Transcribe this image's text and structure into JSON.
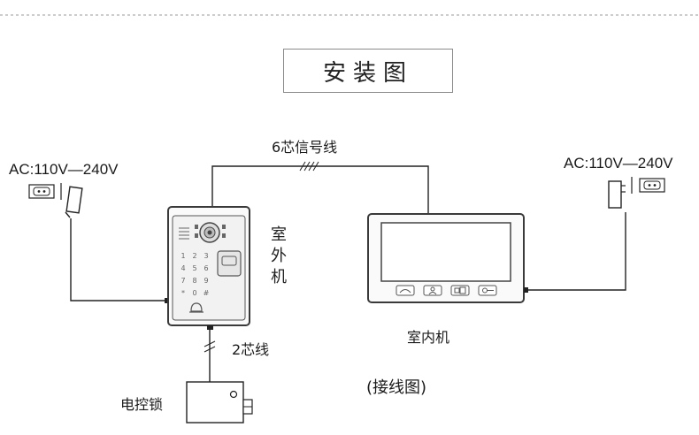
{
  "title": "安装图",
  "labels": {
    "cable_6core": "6芯信号线",
    "cable_2core": "2芯线",
    "ac_left": "AC:110V—240V",
    "ac_right": "AC:110V—240V",
    "outdoor_unit_chars": [
      "室",
      "外",
      "机"
    ],
    "indoor_unit": "室内机",
    "electric_lock": "电控锁",
    "caption": "(接线图)"
  },
  "keypad": [
    "1",
    "2",
    "3",
    "4",
    "5",
    "6",
    "7",
    "8",
    "9",
    "*",
    "0",
    "#"
  ],
  "colors": {
    "line": "#222222",
    "device_frame": "#3a3a3a",
    "panel": "#f2f2f2"
  }
}
